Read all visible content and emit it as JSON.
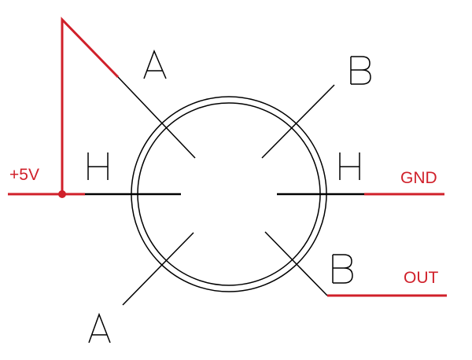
{
  "labels": {
    "vcc": "+5V",
    "gnd": "GND",
    "out": "OUT"
  },
  "pins": {
    "heater": "H",
    "a": "A",
    "b": "B"
  },
  "colors": {
    "wire_red": "#d0202a",
    "line_black": "#000000"
  }
}
